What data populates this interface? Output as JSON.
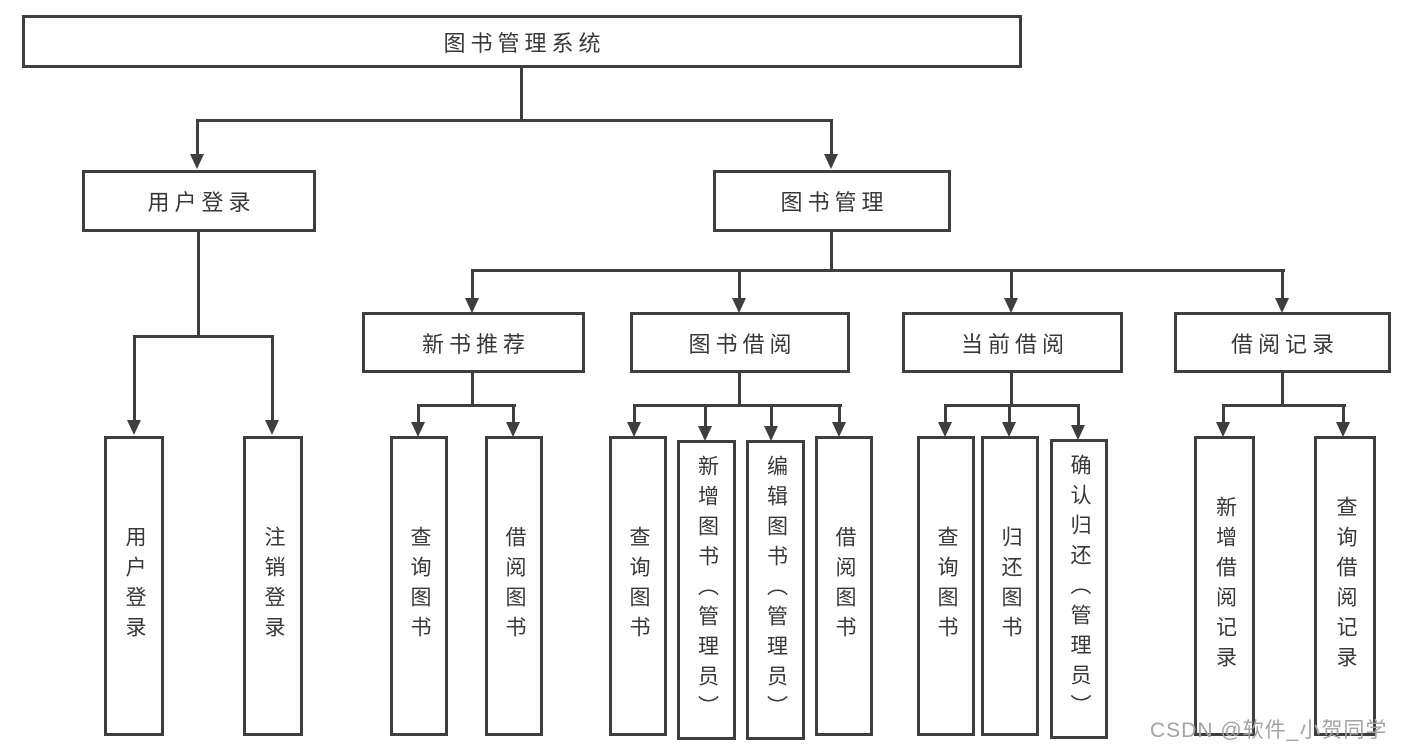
{
  "diagram": {
    "root": "图书管理系统",
    "branches": [
      {
        "label": "用户登录",
        "children": [
          "用户登录",
          "注销登录"
        ]
      },
      {
        "label": "图书管理",
        "children": [
          {
            "label": "新书推荐",
            "children": [
              "查询图书",
              "借阅图书"
            ]
          },
          {
            "label": "图书借阅",
            "children": [
              "查询图书",
              "新增图书（管理员）",
              "编辑图书（管理员）",
              "借阅图书"
            ]
          },
          {
            "label": "当前借阅",
            "children": [
              "查询图书",
              "归还图书",
              "确认归还（管理员）"
            ]
          },
          {
            "label": "借阅记录",
            "children": [
              "新增借阅记录",
              "查询借阅记录"
            ]
          }
        ]
      }
    ]
  },
  "watermark": "CSDN @软件_小贺同学",
  "colors": {
    "line": "#3e3e3e",
    "text": "#383838",
    "background": "#ffffff",
    "watermark": "#a3a3a3"
  }
}
